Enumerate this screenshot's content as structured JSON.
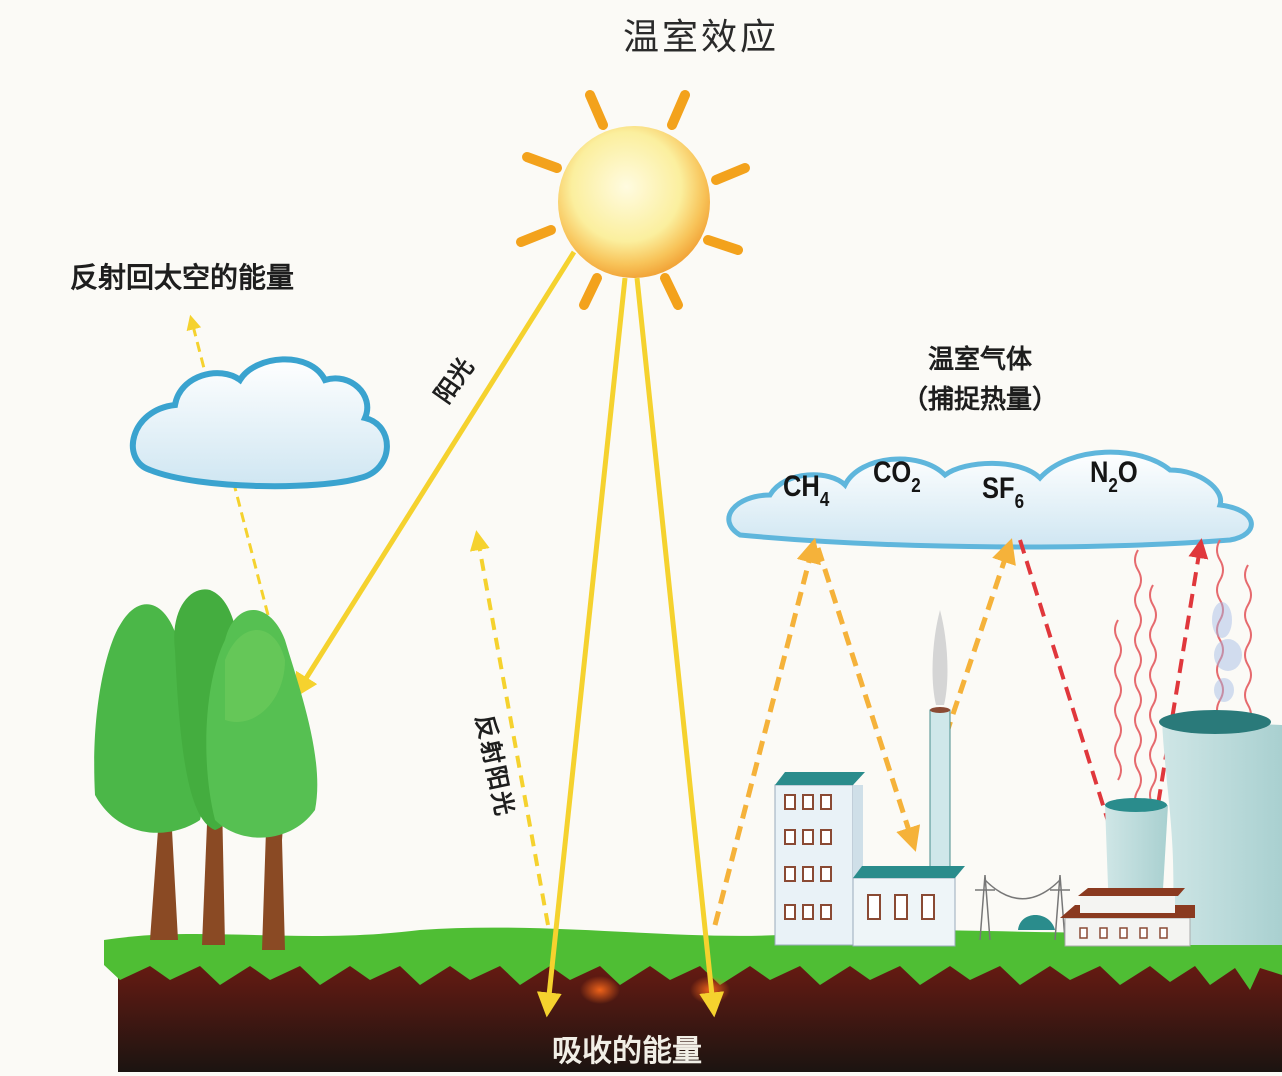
{
  "title": "温室效应",
  "labels": {
    "reflected_to_space": "反射回太空的能量",
    "sunlight": "阳光",
    "reflected_sunlight": "反射阳光",
    "absorbed_energy": "吸收的能量",
    "greenhouse_gases_line1": "温室气体",
    "greenhouse_gases_line2": "（捕捉热量）"
  },
  "gases": [
    {
      "symbol": "CH",
      "subscript": "4"
    },
    {
      "symbol": "CO",
      "subscript": "2"
    },
    {
      "symbol": "SF",
      "subscript": "6"
    },
    {
      "symbol": "N",
      "subscript": "2",
      "suffix": "O"
    }
  ],
  "colors": {
    "background": "#fbfaf6",
    "sunlight": "#f5d22e",
    "sun_core": "#fbf0a0",
    "sun_rays": "#f3a21c",
    "reflected_dashed": "#f5b23a",
    "heat_red": "#e0373c",
    "cloud_outline": "#3aa3cf",
    "grass": "#4fbe34",
    "soil_top": "#6a1a12",
    "soil_bottom": "#1c1410",
    "tree_green": "#4bb748",
    "trunk": "#8a4a24",
    "building": "#e9f2f7",
    "roof_teal": "#2a8c8c"
  }
}
